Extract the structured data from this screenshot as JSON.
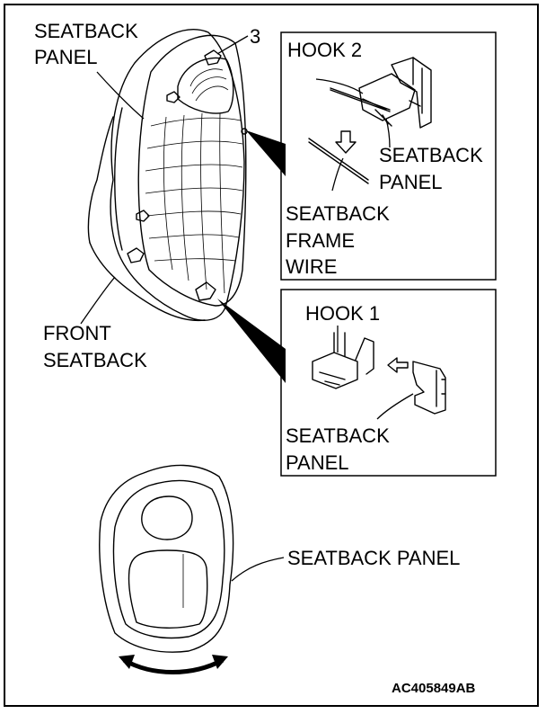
{
  "labels": {
    "seatback_panel_top_line1": "SEATBACK",
    "seatback_panel_top_line2": "PANEL",
    "callout_3": "3",
    "hook2": "HOOK 2",
    "seatback_panel_upper_line1": "SEATBACK",
    "seatback_panel_upper_line2": "PANEL",
    "frame_wire_line1": "SEATBACK",
    "frame_wire_line2": "FRAME",
    "frame_wire_line3": "WIRE",
    "front_seatback_line1": "FRONT",
    "front_seatback_line2": "SEATBACK",
    "hook1": "HOOK 1",
    "seatback_panel_lower_line1": "SEATBACK",
    "seatback_panel_lower_line2": "PANEL",
    "seatback_panel_bottom": "SEATBACK PANEL",
    "figure_code": "AC405849AB"
  }
}
